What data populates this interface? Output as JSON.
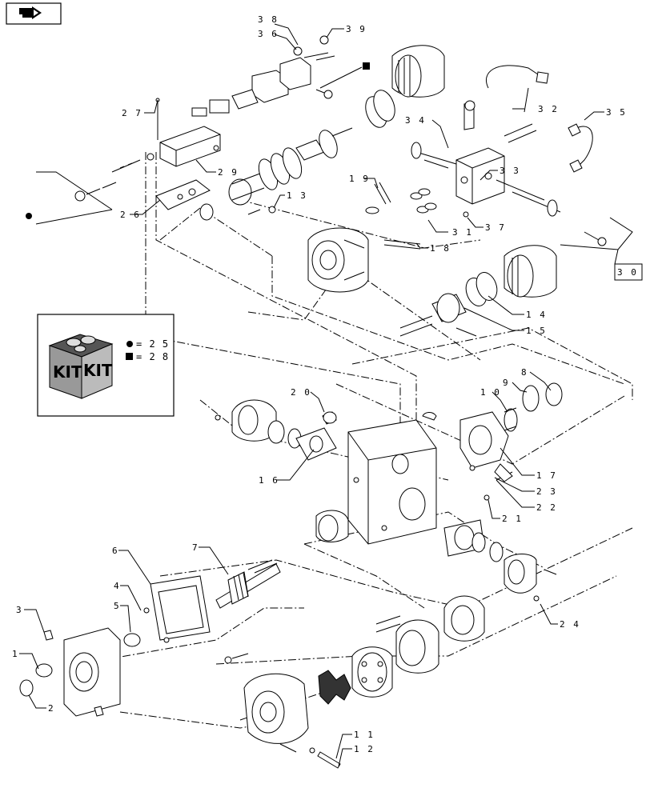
{
  "nav": {
    "back_icon": "arrow-back-icon"
  },
  "legend": {
    "kit_label_1": "KIT",
    "kit_label_2": "KIT",
    "circle_eq": "= 2 5",
    "square_eq": "= 2 8"
  },
  "callouts": {
    "c1": "1",
    "c2": "2",
    "c3": "3",
    "c4": "4",
    "c5": "5",
    "c6": "6",
    "c7": "7",
    "c8": "8",
    "c9": "9",
    "c10": "1 0",
    "c11": "1 1",
    "c12": "1 2",
    "c13": "1 3",
    "c14": "1 4",
    "c15": "1 5",
    "c16": "1 6",
    "c17": "1 7",
    "c18": "1 8",
    "c19": "1 9",
    "c20": "2 0",
    "c21": "2 1",
    "c22": "2 2",
    "c23": "2 3",
    "c24": "2 4",
    "c26": "2 6",
    "c27": "2 7",
    "c29": "2 9",
    "c30": "3 0",
    "c31": "3 1",
    "c32": "3 2",
    "c33": "3 3",
    "c34": "3 4",
    "c35": "3 5",
    "c36": "3 6",
    "c37": "3 7",
    "c38": "3 8",
    "c39": "3 9"
  }
}
